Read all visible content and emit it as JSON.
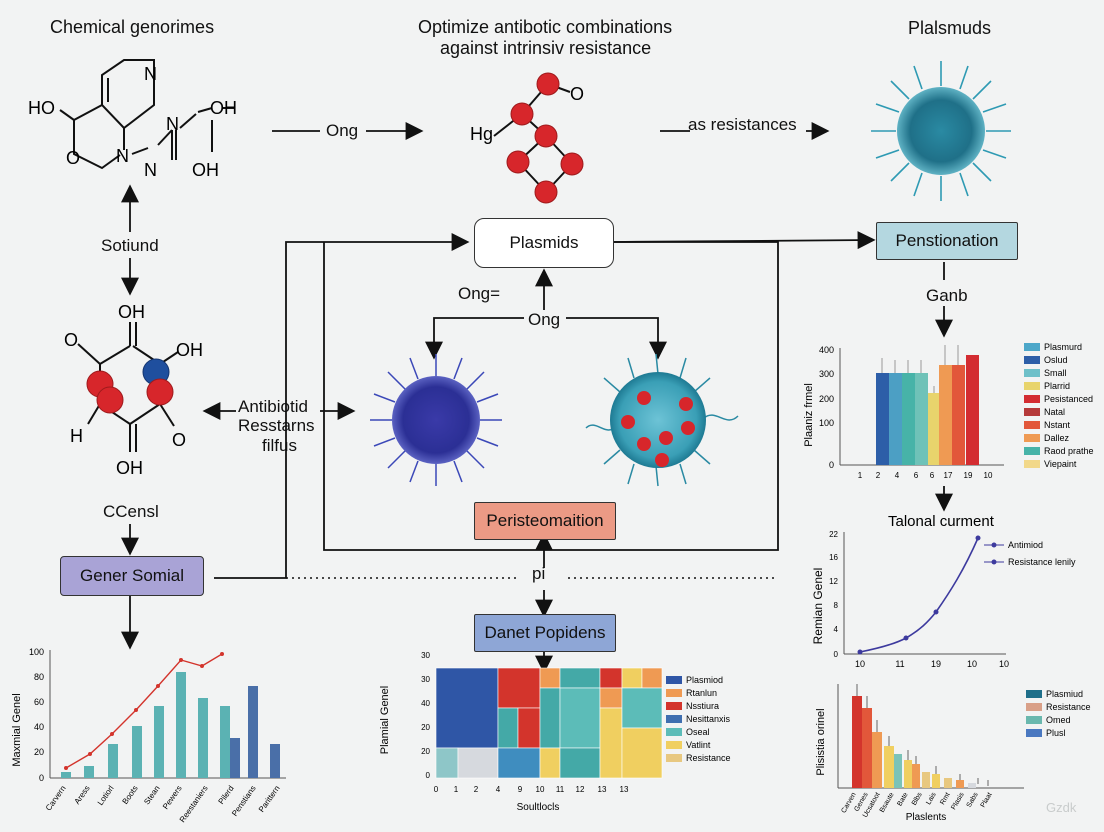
{
  "titles": {
    "left": "Chemical genorimes",
    "center_line1": "Optimize antibotic combinations",
    "center_line2": "against intrinsiv resistance",
    "right": "Plalsmuds"
  },
  "molecule1": {
    "n": "N",
    "ho": "HO",
    "o1": "O",
    "n2": "N",
    "n3": "N",
    "n4": "N",
    "oh1": "OH",
    "oh2": "OH"
  },
  "molecule2": {
    "oh_top": "OH",
    "o_left": "O",
    "oh_right": "OH",
    "h": "H",
    "o_right": "O",
    "oh_bottom": "OH"
  },
  "molecule3": {
    "hg": "Hg",
    "o": "O"
  },
  "labels": {
    "ong_top": "Ong",
    "resistances": "as resistances",
    "sotiund": "Sotiund",
    "ong_eq": "Ong=",
    "ong_mid": "Ong",
    "antibiotic_1": "Antibiotid",
    "antibiotic_2": "Resstarns",
    "antibiotic_3": "filfus",
    "censl": "CCensl",
    "ganb": "Ganb",
    "pi": "pi"
  },
  "boxes": {
    "plasmids": "Plasmids",
    "pensionation": "Penstionation",
    "peristeomaition": "Peristeomaition",
    "gener_somial": "Gener Somial",
    "danet_popidens": "Danet Popidens"
  },
  "colors": {
    "purple_box": "#a9a3d6",
    "blue_box": "#8ea6d6",
    "teal_box": "#b4d7e0",
    "salmon_box": "#ec9a85",
    "red_atom": "#d7262b",
    "blue_atom": "#1f4f9e"
  },
  "charts": {
    "right_bar": {
      "ylabel": "Plaaniz frmel",
      "ticks_y": [
        "400",
        "300",
        "200",
        "100",
        "0"
      ],
      "ticks_x": [
        "1",
        "2",
        "4",
        "6",
        "6",
        "17",
        "19",
        "10"
      ],
      "legend": [
        "Plasmurd",
        "Oslud",
        "Small",
        "Plarrid",
        "Pesistanced",
        "Natal",
        "Nstant",
        "Dallez",
        "Raod prathe",
        "Viepaint"
      ]
    },
    "right_line": {
      "title": "Talonal curment",
      "ylabel": "Remian Genel",
      "ticks_y": [
        "22",
        "16",
        "12",
        "8",
        "4",
        "0"
      ],
      "ticks_x": [
        "10",
        "11",
        "19",
        "10",
        "10"
      ],
      "legend": [
        "Antimiod",
        "Resistance lenily"
      ]
    },
    "bottom_left": {
      "ylabel": "Maxmial Genel",
      "ticks_y": [
        "100",
        "80",
        "60",
        "40",
        "20",
        "0"
      ],
      "categories": [
        "Carvern",
        "Aress",
        "Lotiorl",
        "Boots",
        "Stean",
        "Pewers",
        "Reestaniers",
        "Pilerd",
        "Penstians",
        "Parittern"
      ]
    },
    "heatmap": {
      "ylabel": "Plamial Genel",
      "xlabel": "Soultlocls",
      "ticks_y": [
        "30",
        "30",
        "40",
        "20",
        "20",
        "0"
      ],
      "ticks_x": [
        "0",
        "1",
        "2",
        "4",
        "9",
        "10",
        "11",
        "12",
        "13",
        "13"
      ],
      "legend": [
        "Plasmiod",
        "Rtanlun",
        "Nsstiura",
        "Nesittanxis",
        "Oseal",
        "Vatlint",
        "Resistance"
      ]
    },
    "bottom_right": {
      "ylabel": "Plisistia orinel",
      "xlabel": "Plaslents",
      "categories": [
        "Carven",
        "Genes",
        "Ucsatoot",
        "Bsaute",
        "Bate",
        "Blbs",
        "Lais",
        "Rmt",
        "Plasis",
        "Sabs",
        "Plaat"
      ],
      "legend": [
        "Plasmiud",
        "Resistance",
        "Omed",
        "Plusl"
      ]
    }
  },
  "watermark": "Gzdk"
}
